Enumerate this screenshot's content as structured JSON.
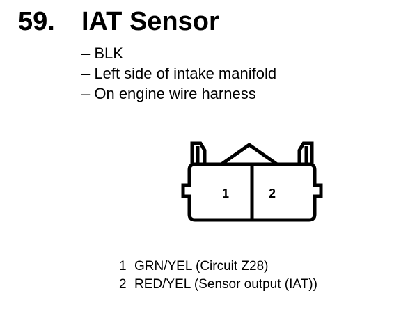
{
  "heading": {
    "number": "59.",
    "title": "IAT Sensor"
  },
  "details": [
    "BLK",
    "Left side of intake manifold",
    "On engine wire harness"
  ],
  "connector": {
    "cavities": [
      "1",
      "2"
    ]
  },
  "pins": [
    {
      "number": "1",
      "description": "GRN/YEL (Circuit Z28)"
    },
    {
      "number": "2",
      "description": "RED/YEL (Sensor output (IAT))"
    }
  ]
}
